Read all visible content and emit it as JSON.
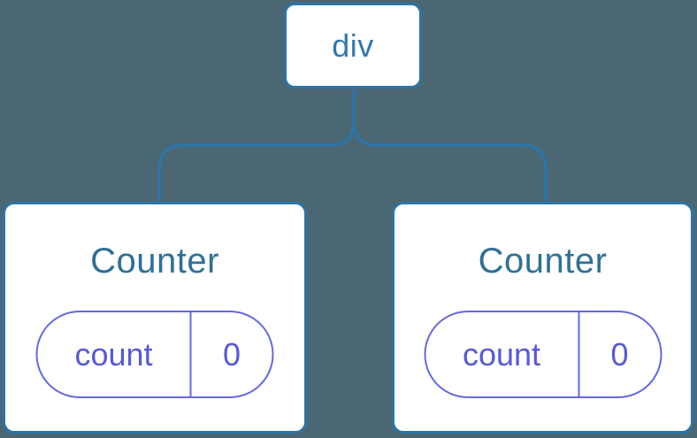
{
  "tree": {
    "root": {
      "label": "div"
    },
    "children": [
      {
        "title": "Counter",
        "state": {
          "key": "count",
          "value": "0"
        }
      },
      {
        "title": "Counter",
        "state": {
          "key": "count",
          "value": "0"
        }
      }
    ]
  },
  "colors": {
    "background": "#4B6773",
    "connector": "#2B75A8",
    "card_border": "#2B75A8",
    "card_background": "#FFFFFF",
    "node_label": "#3279AE",
    "title": "#2F7096",
    "state_border": "#6567E2",
    "state_text": "#5759D9"
  }
}
